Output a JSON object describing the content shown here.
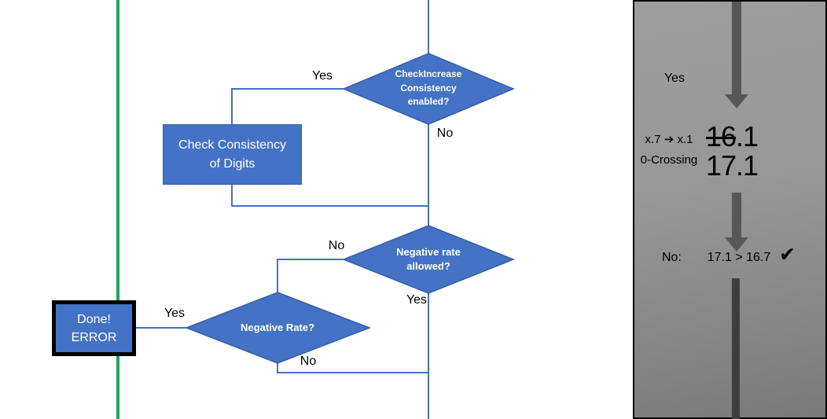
{
  "colors": {
    "accent_blue": "#4472C4",
    "shape_border": "#3A5EA8",
    "green_line": "#1CA65A",
    "arrow_gray": "#575757",
    "bar_dark": "#3E3E3E",
    "panel_gray_top": "#9E9E9E",
    "panel_gray_bottom": "#7A7A7A"
  },
  "flowchart": {
    "decision_top": "CheckIncrease\nConsistency\nenabled?",
    "process_box": "Check Consistency\nof Digits",
    "decision_mid": "Negative rate\nallowed?",
    "decision_bottom": "Negative Rate?",
    "terminal_box": "Done!\nERROR",
    "labels": {
      "yes_top": "Yes",
      "no_top": "No",
      "no_mid": "No",
      "yes_mid": "Yes",
      "yes_terminal": "Yes",
      "no_bottom": "No"
    }
  },
  "panel": {
    "yes_label": "Yes",
    "rule_line1": "x.7 ➔ x.1",
    "rule_line2": "0-Crossing",
    "old_value_struck": "16",
    "old_value_rest": ".1",
    "new_value": "17.1",
    "result_label": "No:",
    "comparison": "17.1 > 16.7",
    "check_icon": "✔"
  }
}
